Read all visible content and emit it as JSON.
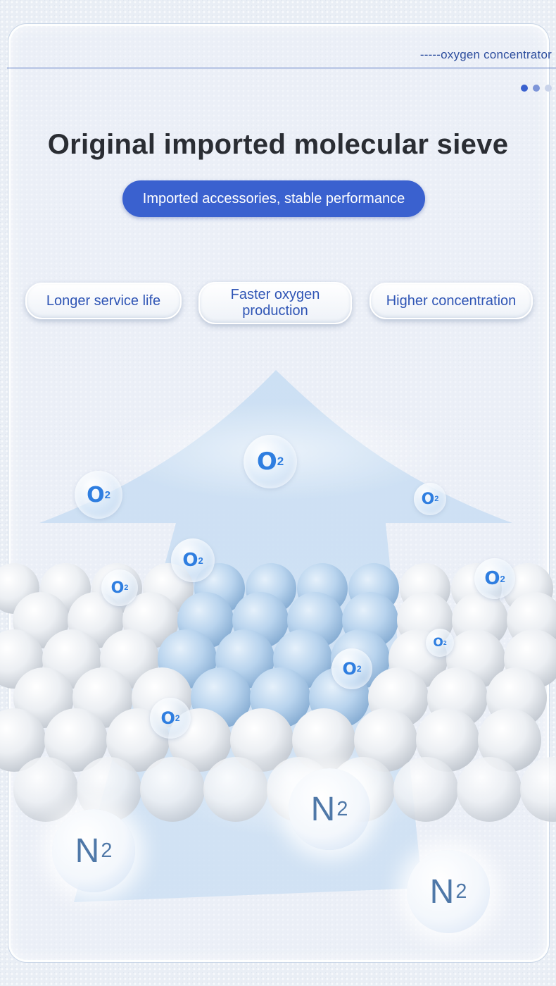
{
  "header": {
    "tagline": "-----oxygen concentrator",
    "dots": [
      "#3a61cf",
      "#7d95d8",
      "#c9d3ea"
    ]
  },
  "title": "Original imported molecular sieve",
  "subtitle_pill": "Imported accessories, stable performance",
  "features": [
    {
      "label": "Longer service life"
    },
    {
      "label_line1": "Faster oxygen",
      "label_line2": "production"
    },
    {
      "label": "Higher concentration"
    }
  ],
  "molecules": {
    "oxygen_symbol": "O",
    "oxygen_subscript": "2",
    "nitrogen_symbol": "N",
    "nitrogen_subscript": "2"
  },
  "colors": {
    "accent": "#3a61cf",
    "title_text": "#2a2d33",
    "arrow": "#c4dbf2"
  }
}
